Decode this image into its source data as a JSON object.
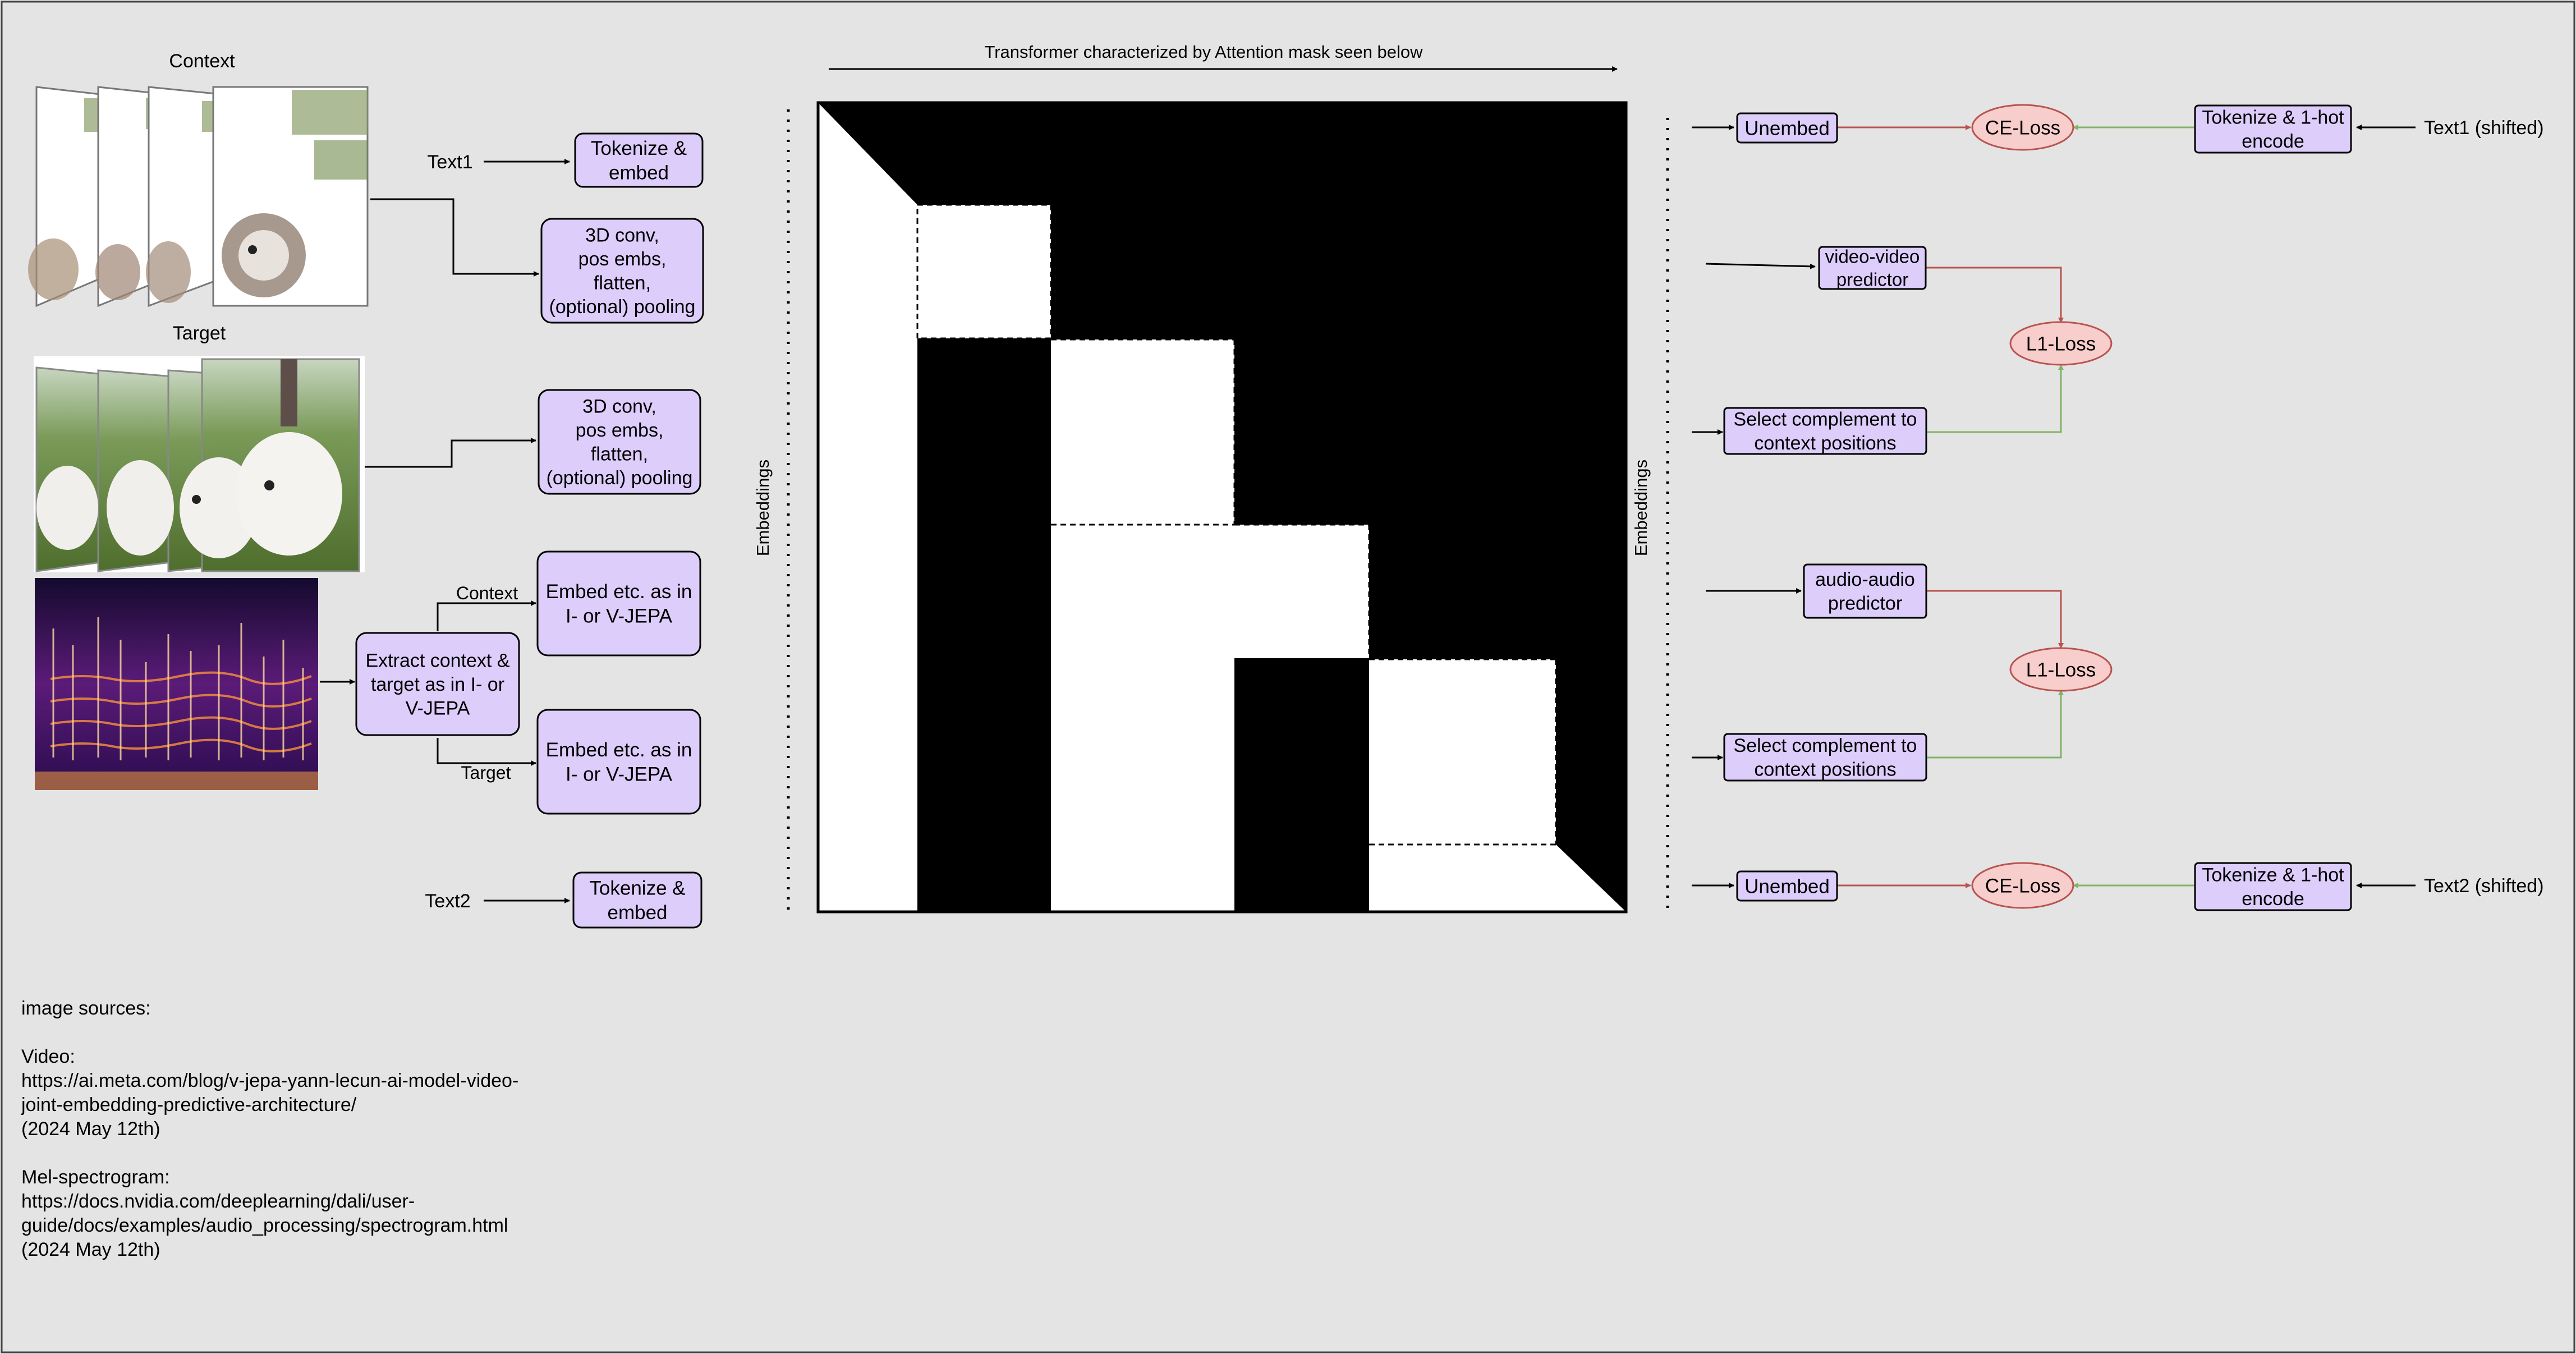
{
  "labels": {
    "context": "Context",
    "target": "Target",
    "text1": "Text1",
    "text2": "Text2",
    "branch_context": "Context",
    "branch_target": "Target",
    "transformer": "Transformer characterized by Attention mask seen below",
    "embeddings_left": "Embeddings",
    "embeddings_right": "Embeddings",
    "text1_shifted": "Text1 (shifted)",
    "text2_shifted": "Text2 (shifted)"
  },
  "boxes": {
    "tokenize_embed_1": [
      "Tokenize &",
      "embed"
    ],
    "conv_context": [
      "3D conv,",
      "pos embs,",
      "flatten,",
      "(optional) pooling"
    ],
    "conv_target": [
      "3D conv,",
      "pos embs,",
      "flatten,",
      "(optional) pooling"
    ],
    "extract": [
      "Extract context &",
      "target as in I- or",
      "V-JEPA"
    ],
    "embed_context": [
      "Embed etc. as in",
      "I- or V-JEPA"
    ],
    "embed_target": [
      "Embed etc. as in",
      "I- or V-JEPA"
    ],
    "tokenize_embed_2": [
      "Tokenize &",
      "embed"
    ],
    "unembed_1": [
      "Unembed"
    ],
    "ce_loss_1": [
      "CE-Loss"
    ],
    "tokenize_onehot_1": [
      "Tokenize & 1-hot",
      "encode"
    ],
    "video_predictor": [
      "video-video",
      "predictor"
    ],
    "l1_loss_1": [
      "L1-Loss"
    ],
    "select_complement_1": [
      "Select complement to",
      "context positions"
    ],
    "audio_predictor": [
      "audio-audio",
      "predictor"
    ],
    "l1_loss_2": [
      "L1-Loss"
    ],
    "select_complement_2": [
      "Select complement to",
      "context positions"
    ],
    "unembed_2": [
      "Unembed"
    ],
    "ce_loss_2": [
      "CE-Loss"
    ],
    "tokenize_onehot_2": [
      "Tokenize & 1-hot",
      "encode"
    ]
  },
  "sources": [
    "image sources:",
    "",
    "Video:",
    "https://ai.meta.com/blog/v-jepa-yann-lecun-ai-model-video-",
    "joint-embedding-predictive-architecture/",
    "(2024 May 12th)",
    "",
    "Mel-spectrogram:",
    "https://docs.nvidia.com/deeplearning/dali/user-",
    "guide/docs/examples/audio_processing/spectrogram.html",
    "(2024 May 12th)"
  ],
  "colors": {
    "background": "#e4e4e4",
    "box_fill": "#dccdfa",
    "loss_fill": "#f8cecc",
    "red_arrow": "#b85450",
    "green_arrow": "#82b366",
    "mask_black": "#000000",
    "mask_white": "#ffffff"
  }
}
